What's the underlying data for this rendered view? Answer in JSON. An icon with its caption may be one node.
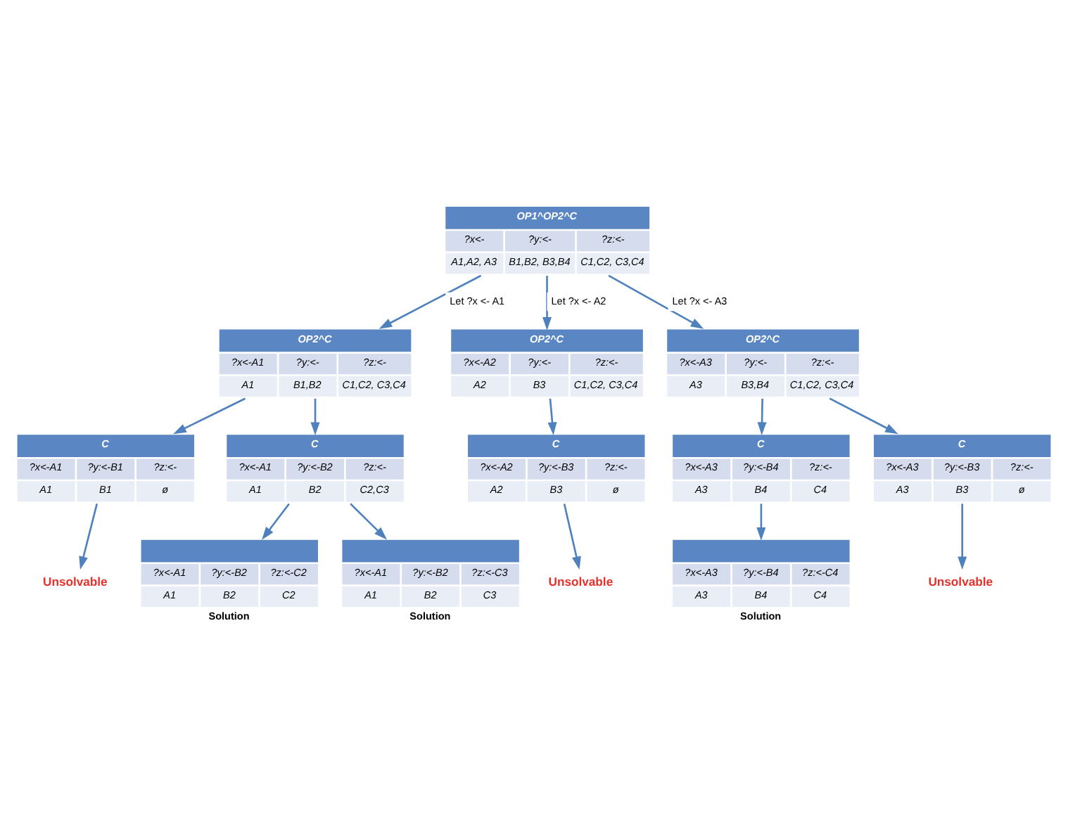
{
  "diagram": {
    "nodes": [
      {
        "text": [
          "OP1^OP2^C",
          "?x<-",
          "?y:<-",
          "?z:<-",
          "A1,A2, A3",
          "B1,B2, B3,B4",
          "C1,C2, C3,C4"
        ]
      },
      {
        "text": [
          "OP2^C",
          "?x<-A1",
          "?y:<-",
          "?z:<-",
          "A1",
          "B1,B2",
          "C1,C2, C3,C4"
        ]
      },
      {
        "text": [
          "OP2^C",
          "?x<-A2",
          "?y:<-",
          "?z:<-",
          "A2",
          "B3",
          "C1,C2, C3,C4"
        ]
      },
      {
        "text": [
          "OP2^C",
          "?x<-A3",
          "?y:<-",
          "?z:<-",
          "A3",
          "B3,B4",
          "C1,C2, C3,C4"
        ]
      },
      {
        "text": [
          "C",
          "?x<-A1",
          "?y:<-B1",
          "?z:<-",
          "A1",
          "B1",
          "ø"
        ]
      },
      {
        "text": [
          "C",
          "?x<-A2",
          "?y:<-B3",
          "?z:<-",
          "A2",
          "B3",
          "ø"
        ]
      },
      {
        "text": [
          "C",
          "?x<-A3",
          "?y:<-B4",
          "?z:<-",
          "A3",
          "B4",
          "C4"
        ]
      },
      {
        "text": [
          "Unsolvable"
        ]
      },
      {
        "text": [
          "C",
          "?x<-A1",
          "?y:<-B2",
          "?z:<-",
          "A1",
          "B2",
          "C2,C3"
        ]
      },
      {
        "text": [
          "Unsolvable"
        ]
      },
      {
        "text": [
          "C",
          "?x<-A3",
          "?y:<-B3",
          "?z:<-",
          "A3",
          "B3",
          "ø"
        ]
      },
      {
        "text": [
          "Unsolvable"
        ]
      },
      {
        "text": [
          "?x<-A1",
          "?y:<-B2",
          "?z:<-C2",
          "A1",
          "B2",
          "C2"
        ],
        "beside": [
          "Solution"
        ]
      },
      {
        "text": [
          "?x<-A1",
          "?y:<-B2",
          "?z:<-C3",
          "A1",
          "B2",
          "C3"
        ],
        "beside": [
          "Solution"
        ]
      },
      {
        "text": [
          "?x<-A3",
          "?y:<-B4",
          "?z:<-C4",
          "A3",
          "B4",
          "C4"
        ],
        "beside": [
          "Solution"
        ]
      }
    ],
    "edges": [
      {
        "from": 0,
        "to": 1,
        "arrow": "to",
        "label": "Let ?x <- A1"
      },
      {
        "from": 0,
        "to": 2,
        "arrow": "to",
        "label": "Let ?x <- A2"
      },
      {
        "from": 0,
        "to": 3,
        "arrow": "to",
        "label": "Let ?x <- A3"
      },
      {
        "from": 1,
        "to": 4,
        "arrow": "to"
      },
      {
        "from": 1,
        "to": 8,
        "arrow": "to"
      },
      {
        "from": 2,
        "to": 5,
        "arrow": "to"
      },
      {
        "from": 3,
        "to": 10,
        "arrow": "to"
      },
      {
        "from": 3,
        "to": 6,
        "arrow": "to"
      },
      {
        "from": 4,
        "to": 7,
        "arrow": "to"
      },
      {
        "from": 5,
        "to": 9,
        "arrow": "to"
      },
      {
        "from": 8,
        "to": 12,
        "arrow": "to"
      },
      {
        "from": 8,
        "to": 13,
        "arrow": "to"
      },
      {
        "from": 10,
        "to": 11,
        "arrow": "to"
      },
      {
        "from": 6,
        "to": 14,
        "arrow": "to"
      }
    ]
  }
}
